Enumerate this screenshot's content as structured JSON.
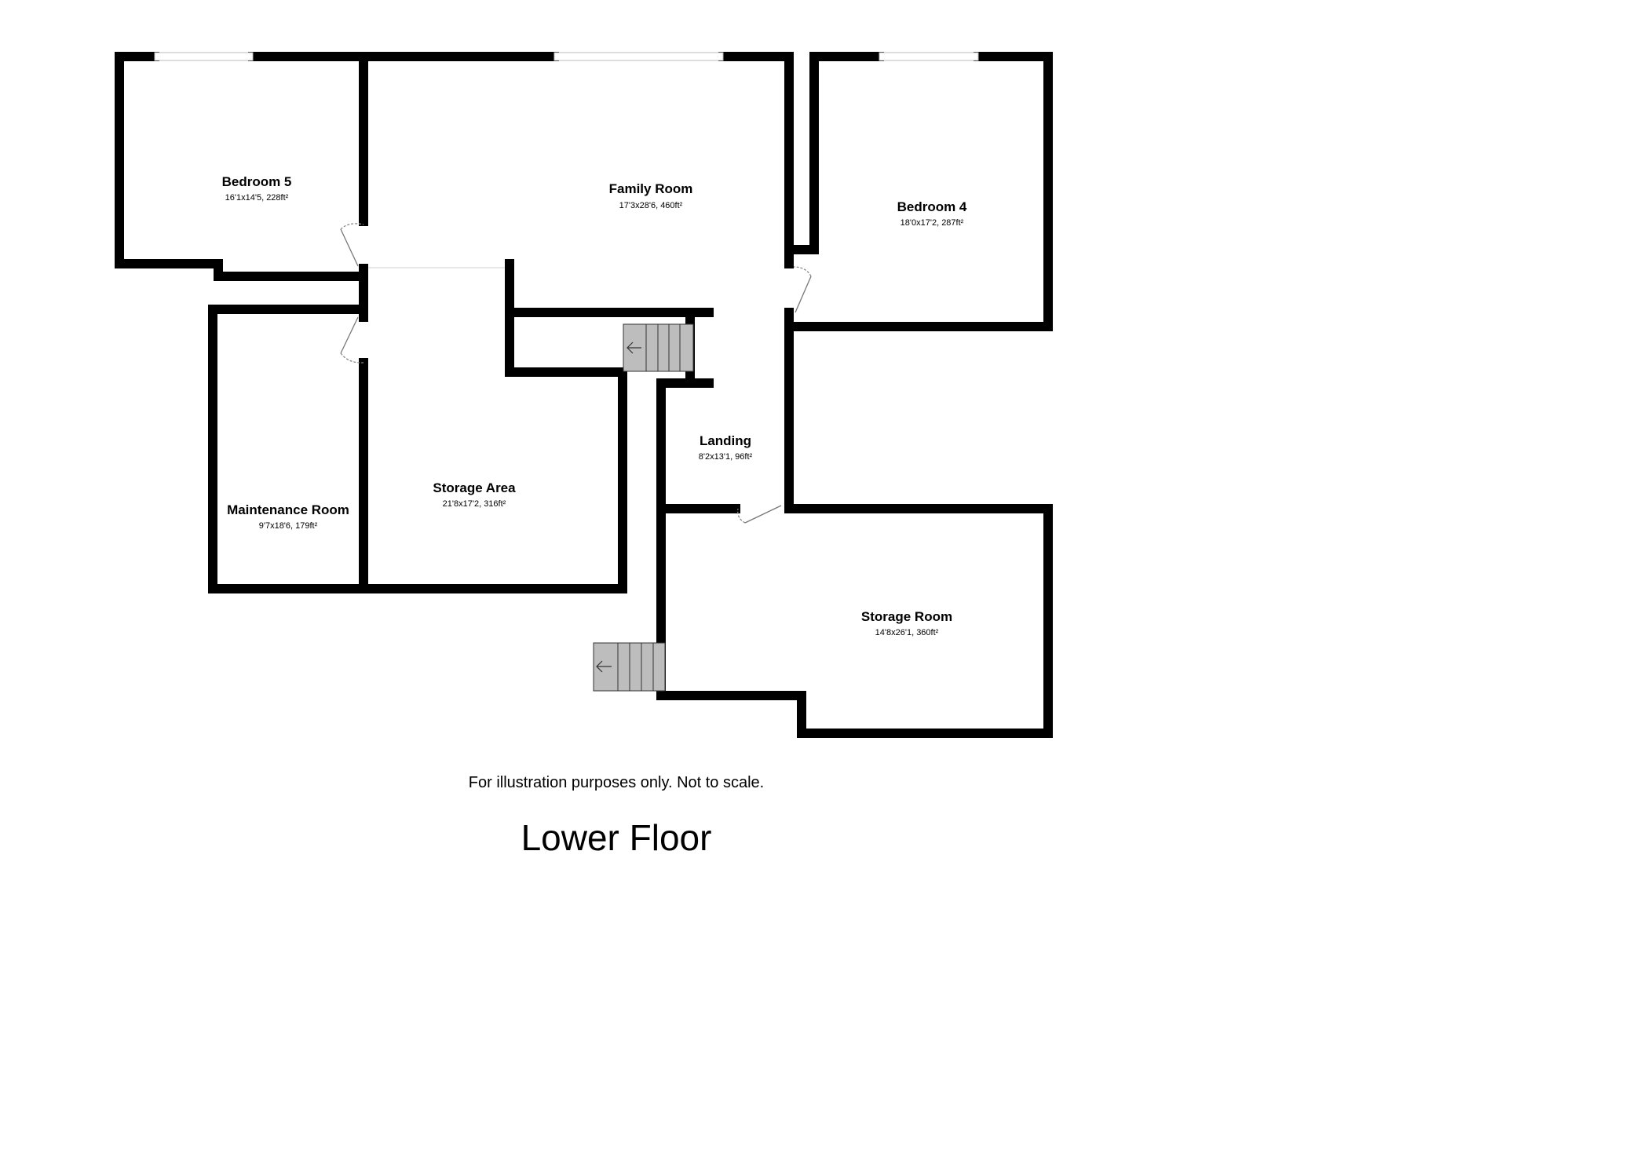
{
  "rooms": {
    "bedroom5": {
      "name": "Bedroom 5",
      "dims": "16'1x14'5, 228ft²"
    },
    "family_room": {
      "name": "Family Room",
      "dims": "17'3x28'6, 460ft²"
    },
    "bedroom4": {
      "name": "Bedroom 4",
      "dims": "18'0x17'2, 287ft²"
    },
    "landing": {
      "name": "Landing",
      "dims": "8'2x13'1, 96ft²"
    },
    "storage_area": {
      "name": "Storage Area",
      "dims": "21'8x17'2, 316ft²"
    },
    "maintenance_room": {
      "name": "Maintenance Room",
      "dims": "9'7x18'6, 179ft²"
    },
    "storage_room": {
      "name": "Storage Room",
      "dims": "14'8x26'1, 360ft²"
    }
  },
  "footer": {
    "disclaimer": "For illustration purposes only. Not to scale.",
    "floor_title": "Lower Floor"
  }
}
